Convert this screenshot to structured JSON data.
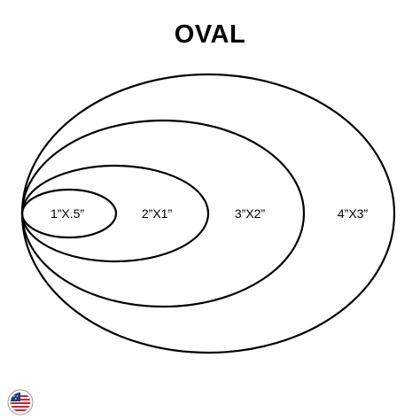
{
  "title": "OVAL",
  "sizes": [
    {
      "label": "1”X.5”"
    },
    {
      "label": "2”X1”"
    },
    {
      "label": "3”X2”"
    },
    {
      "label": "4”X3”"
    }
  ],
  "colors": {
    "stroke": "#000000",
    "background": "#ffffff",
    "flag_red": "#c8202f",
    "flag_blue": "#1f3a7a"
  },
  "logo": {
    "icon": "us-flag-seal-icon"
  }
}
